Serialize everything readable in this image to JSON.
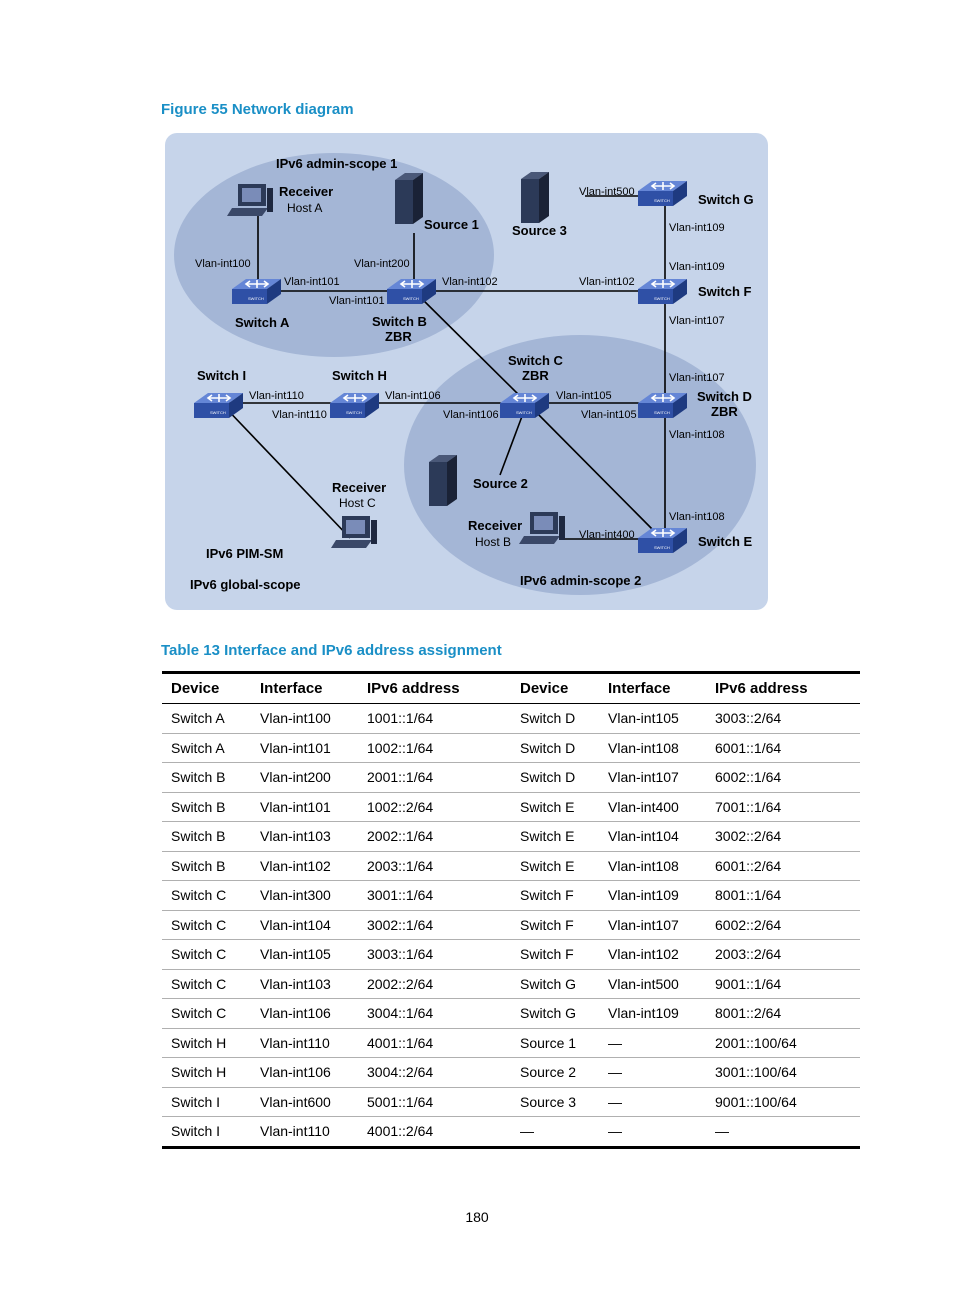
{
  "figure": {
    "caption": "Figure 55 Network diagram",
    "labels": {
      "scope1": "IPv6 admin-scope 1",
      "scope2": "IPv6 admin-scope 2",
      "global": "IPv6 global-scope",
      "pim": "IPv6 PIM-SM",
      "receiver_a": "Receiver",
      "host_a": "Host A",
      "receiver_b": "Receiver",
      "host_b": "Host B",
      "receiver_c": "Receiver",
      "host_c": "Host C",
      "source1": "Source 1",
      "source2": "Source 2",
      "source3": "Source 3",
      "switch_a": "Switch A",
      "switch_b": "Switch B",
      "switch_b_role": "ZBR",
      "switch_c": "Switch C",
      "switch_c_role": "ZBR",
      "switch_d": "Switch D",
      "switch_d_role": "ZBR",
      "switch_e": "Switch E",
      "switch_f": "Switch F",
      "switch_g": "Switch G",
      "switch_h": "Switch H",
      "switch_i": "Switch I",
      "if_a_100": "Vlan-int100",
      "if_a_101": "Vlan-int101",
      "if_b_200": "Vlan-int200",
      "if_b_101": "Vlan-int101",
      "if_b_102": "Vlan-int102",
      "if_f_102": "Vlan-int102",
      "if_g_500": "Vlan-int500",
      "if_g_109": "Vlan-int109",
      "if_f_109": "Vlan-int109",
      "if_f_107": "Vlan-int107",
      "if_d_107": "Vlan-int107",
      "if_d_105": "Vlan-int105",
      "if_d_108": "Vlan-int108",
      "if_e_108": "Vlan-int108",
      "if_e_400": "Vlan-int400",
      "if_c_105": "Vlan-int105",
      "if_c_106": "Vlan-int106",
      "if_h_106": "Vlan-int106",
      "if_h_110": "Vlan-int110",
      "if_i_110": "Vlan-int110"
    }
  },
  "table": {
    "caption": "Table 13 Interface and IPv6 address assignment",
    "headers": [
      "Device",
      "Interface",
      "IPv6 address",
      "Device",
      "Interface",
      "IPv6 address"
    ],
    "rows": [
      [
        "Switch A",
        "Vlan-int100",
        "1001::1/64",
        "Switch D",
        "Vlan-int105",
        "3003::2/64"
      ],
      [
        "Switch A",
        "Vlan-int101",
        "1002::1/64",
        "Switch D",
        "Vlan-int108",
        "6001::1/64"
      ],
      [
        "Switch B",
        "Vlan-int200",
        "2001::1/64",
        "Switch D",
        "Vlan-int107",
        "6002::1/64"
      ],
      [
        "Switch B",
        "Vlan-int101",
        "1002::2/64",
        "Switch E",
        "Vlan-int400",
        "7001::1/64"
      ],
      [
        "Switch B",
        "Vlan-int103",
        "2002::1/64",
        "Switch E",
        "Vlan-int104",
        "3002::2/64"
      ],
      [
        "Switch B",
        "Vlan-int102",
        "2003::1/64",
        "Switch E",
        "Vlan-int108",
        "6001::2/64"
      ],
      [
        "Switch C",
        "Vlan-int300",
        "3001::1/64",
        "Switch F",
        "Vlan-int109",
        "8001::1/64"
      ],
      [
        "Switch C",
        "Vlan-int104",
        "3002::1/64",
        "Switch F",
        "Vlan-int107",
        "6002::2/64"
      ],
      [
        "Switch C",
        "Vlan-int105",
        "3003::1/64",
        "Switch F",
        "Vlan-int102",
        "2003::2/64"
      ],
      [
        "Switch C",
        "Vlan-int103",
        "2002::2/64",
        "Switch G",
        "Vlan-int500",
        "9001::1/64"
      ],
      [
        "Switch C",
        "Vlan-int106",
        "3004::1/64",
        "Switch G",
        "Vlan-int109",
        "8001::2/64"
      ],
      [
        "Switch H",
        "Vlan-int110",
        "4001::1/64",
        "Source 1",
        "—",
        "2001::100/64"
      ],
      [
        "Switch H",
        "Vlan-int106",
        "3004::2/64",
        "Source 2",
        "—",
        "3001::100/64"
      ],
      [
        "Switch I",
        "Vlan-int600",
        "5001::1/64",
        "Source 3",
        "—",
        "9001::100/64"
      ],
      [
        "Switch I",
        "Vlan-int110",
        "4001::2/64",
        "—",
        "—",
        "—"
      ]
    ]
  },
  "page_number": "180",
  "colors": {
    "caption": "#1a8fc6",
    "diagram_bg": "#c6d4ea",
    "scope_bg": "#a4b6d6",
    "switch_body": "#2f50a6",
    "switch_top": "#5a7ccf"
  }
}
